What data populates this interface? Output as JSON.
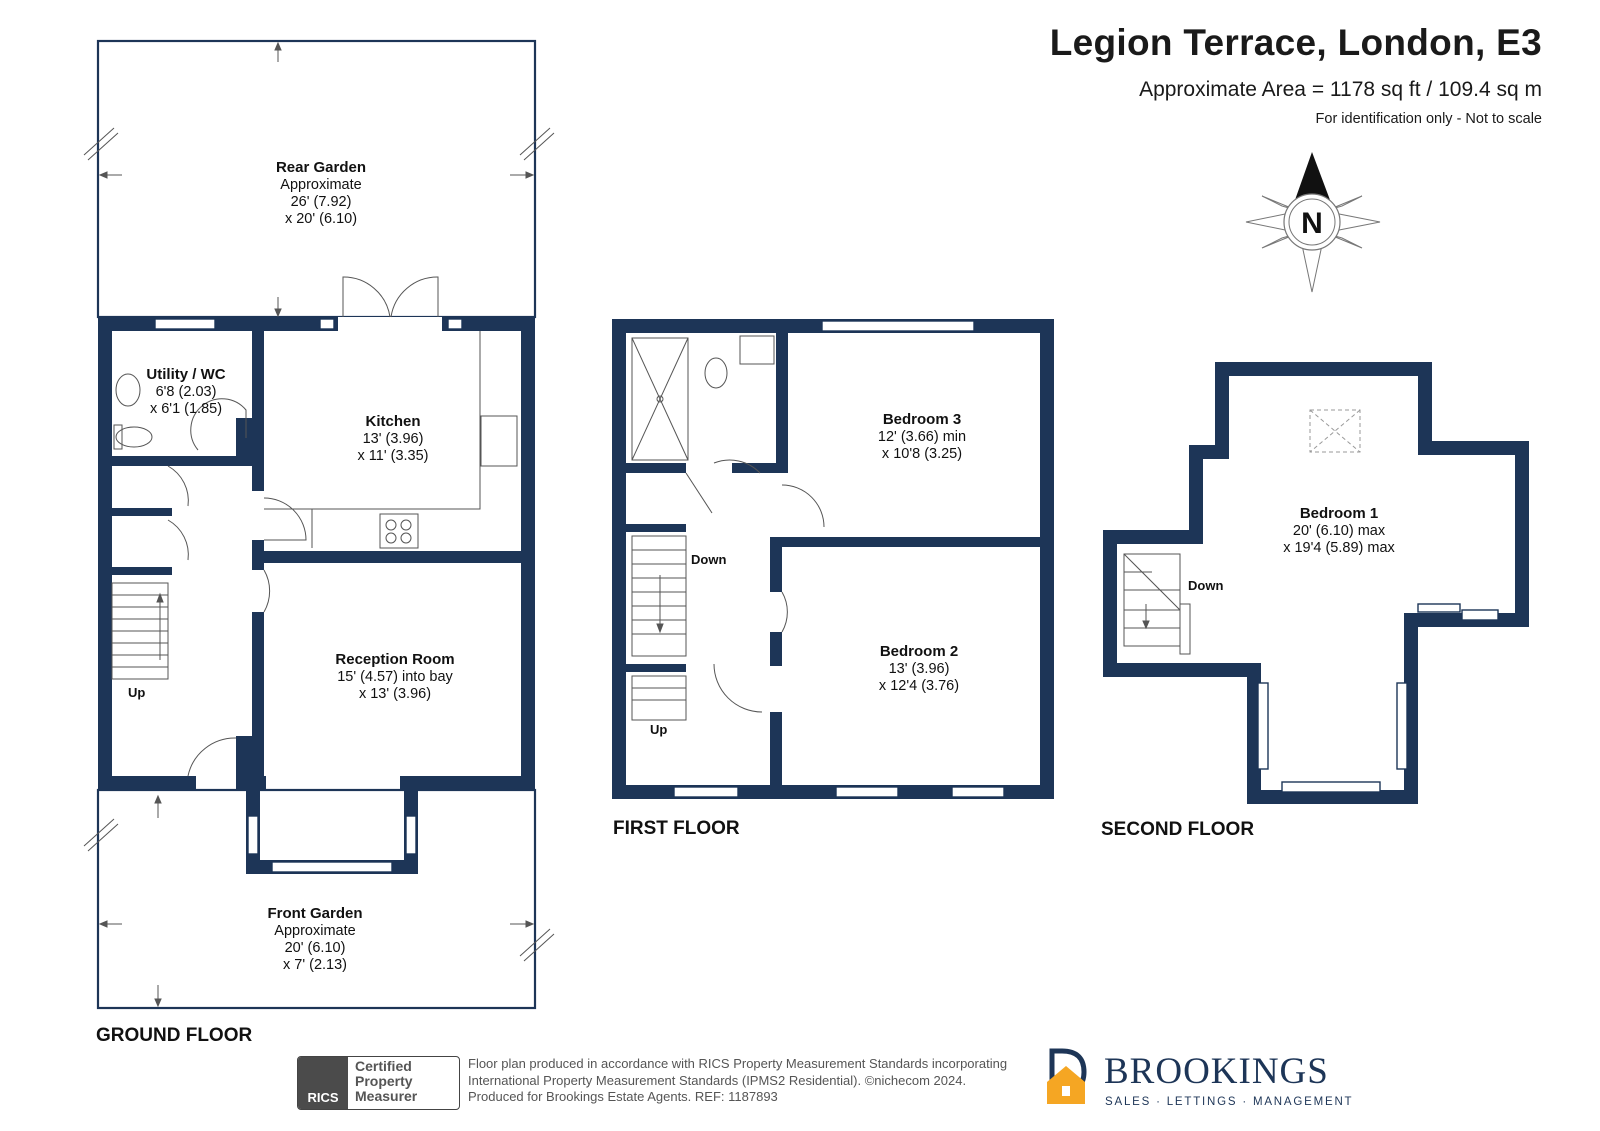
{
  "header": {
    "title": "Legion Terrace, London, E3",
    "area": "Approximate Area = 1178 sq ft / 109.4 sq m",
    "note": "For identification only - Not to scale"
  },
  "compass": {
    "label": "N",
    "icon": "compass-rose-icon"
  },
  "floors": {
    "ground": {
      "label": "GROUND FLOOR",
      "rooms": {
        "rear_garden": {
          "name": "Rear Garden",
          "line1": "Approximate",
          "line2": "26' (7.92)",
          "line3": "x 20' (6.10)"
        },
        "utility": {
          "name": "Utility / WC",
          "line1": "6'8 (2.03)",
          "line2": "x 6'1 (1.85)"
        },
        "kitchen": {
          "name": "Kitchen",
          "line1": "13' (3.96)",
          "line2": "x 11' (3.35)"
        },
        "reception": {
          "name": "Reception Room",
          "line1": "15' (4.57) into bay",
          "line2": "x 13' (3.96)"
        },
        "front_garden": {
          "name": "Front Garden",
          "line1": "Approximate",
          "line2": "20' (6.10)",
          "line3": "x 7' (2.13)"
        }
      },
      "stair_label": "Up"
    },
    "first": {
      "label": "FIRST FLOOR",
      "rooms": {
        "bedroom3": {
          "name": "Bedroom 3",
          "line1": "12' (3.66) min",
          "line2": "x 10'8 (3.25)"
        },
        "bedroom2": {
          "name": "Bedroom 2",
          "line1": "13' (3.96)",
          "line2": "x 12'4 (3.76)"
        }
      },
      "stair_down": "Down",
      "stair_up": "Up"
    },
    "second": {
      "label": "SECOND FLOOR",
      "rooms": {
        "bedroom1": {
          "name": "Bedroom 1",
          "line1": "20' (6.10) max",
          "line2": "x 19'4 (5.89) max"
        }
      },
      "stair_down": "Down"
    }
  },
  "footer": {
    "rics": {
      "mark": "RICS",
      "line1": "Certified",
      "line2": "Property",
      "line3": "Measurer"
    },
    "disclaimer": [
      "Floor plan produced in accordance with RICS Property Measurement Standards incorporating",
      "International Property Measurement Standards (IPMS2 Residential).  ©nichecom 2024.",
      "Produced for Brookings Estate Agents.   REF: 1187893"
    ],
    "brand": {
      "name": "BROOKINGS",
      "tagline": "SALES · LETTINGS · MANAGEMENT"
    }
  },
  "colors": {
    "wall": "#1d3557",
    "text": "#1a1a1a",
    "muted": "#555555"
  }
}
